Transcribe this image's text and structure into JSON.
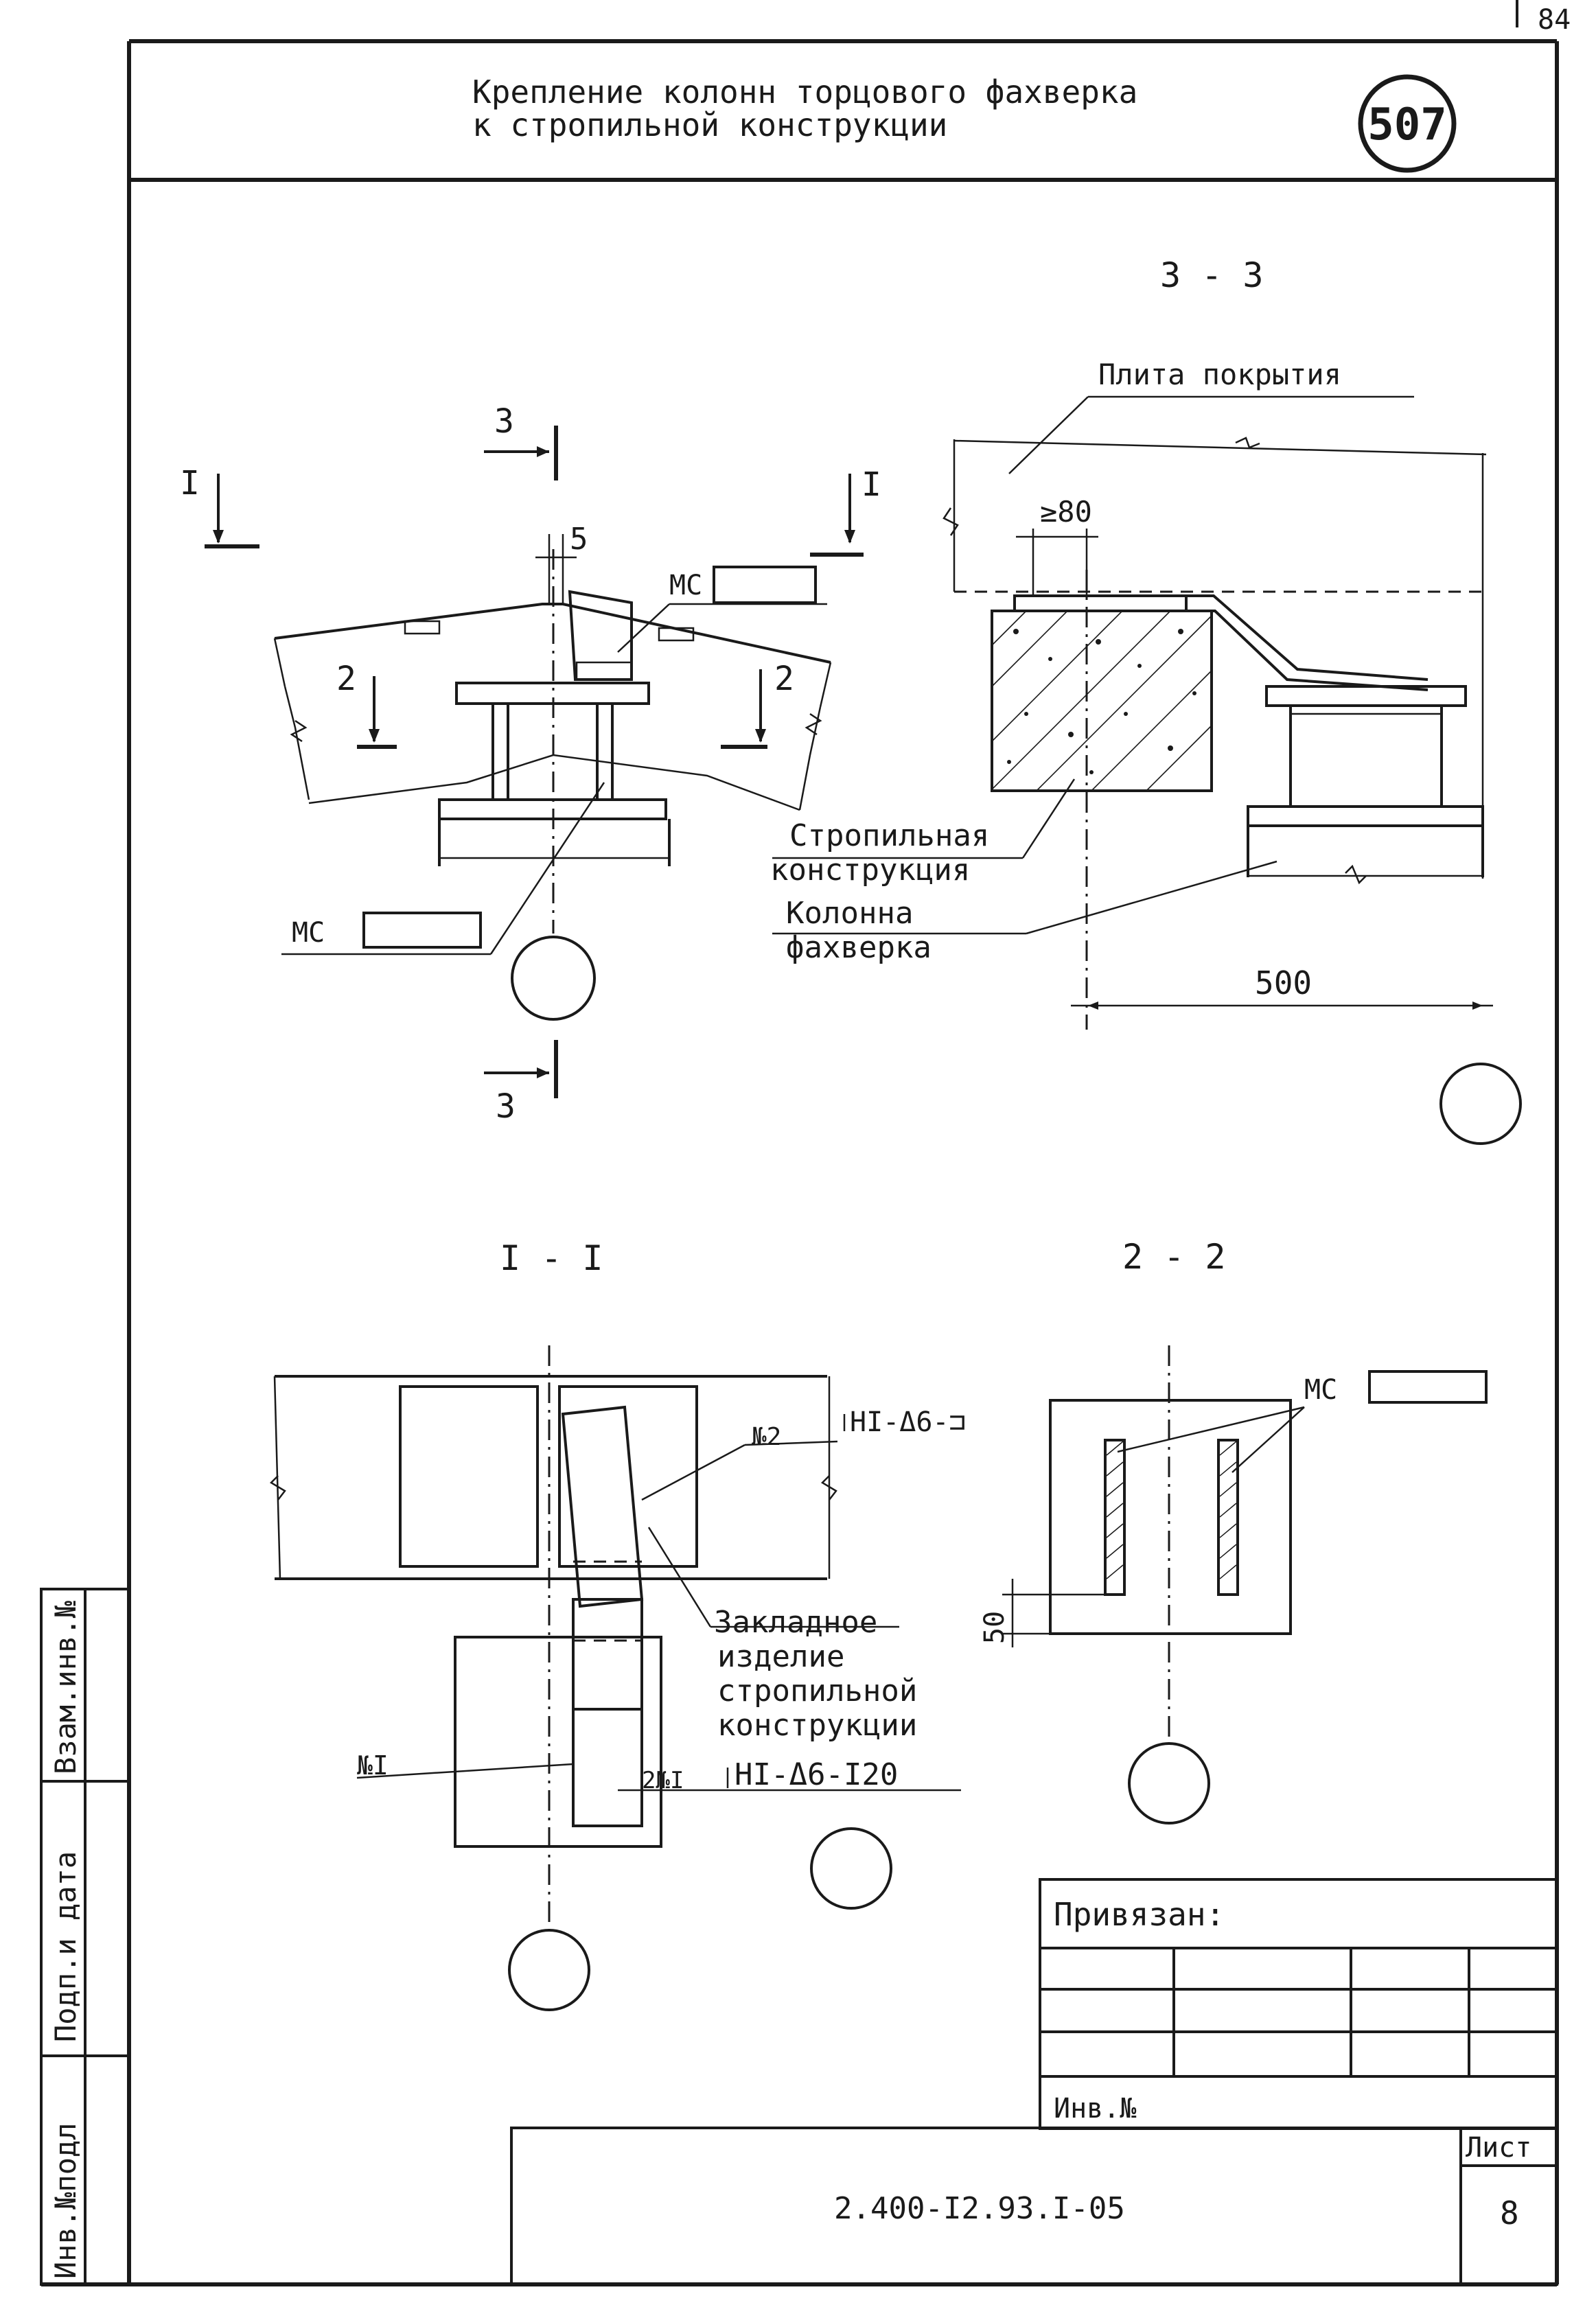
{
  "corner_mark": "84",
  "title": {
    "line1": "Крепление колонн торцового фахверка",
    "line2": "к стропильной конструкции",
    "badge": "507"
  },
  "section_33": {
    "label": "3 - 3",
    "plita": "Плита покрытия",
    "dim_80": "≥80",
    "stropilnaya_1": "Стропильная",
    "stropilnaya_2": "конструкция",
    "kolonna_1": "Колонна",
    "kolonna_2": "фахверка",
    "dim_500": "500"
  },
  "plan_view": {
    "cut3_top": "3",
    "cut3_bottom": "3",
    "cut1_left": "I",
    "cut1_right": "I",
    "cut2_left": "2",
    "cut2_right": "2",
    "dim_5": "5",
    "mc_top": "МС",
    "mc_bottom": "МС"
  },
  "section_11": {
    "label": "I - I",
    "n2": "№2",
    "weld_top": "HI-Δ6-⊐",
    "zakl_1": "Закладное",
    "zakl_2": "изделие",
    "zakl_3": "стропильной",
    "zakl_4": "конструкции",
    "n1": "№I",
    "weld_bottom_prefix": "2№I",
    "weld_bottom": "HI-Δ6-I20"
  },
  "section_22": {
    "label": "2 - 2",
    "mc": "МС",
    "dim_50": "50"
  },
  "side_stamp": {
    "vzam": "Взам.инв.№",
    "podp": "Подп.и дата",
    "inv": "Инв.№подл"
  },
  "stamp": {
    "privyazan": "Привязан:",
    "inv_no": "Инв.№",
    "doc_code": "2.400-I2.93.I-05",
    "list_label": "Лист",
    "list_no": "8"
  }
}
